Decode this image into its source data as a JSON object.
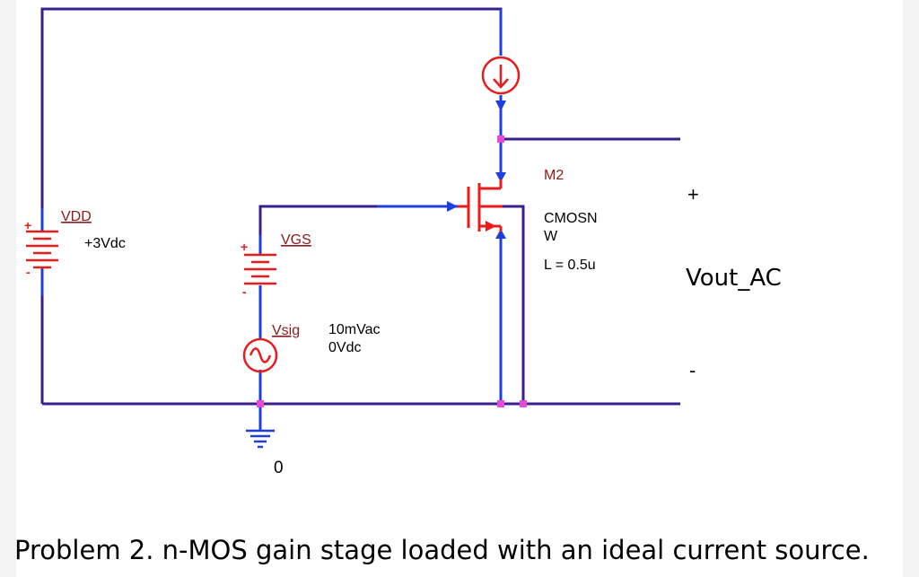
{
  "labels": {
    "vdd_name": "VDD",
    "vdd_value": "+3Vdc",
    "vgs_name": "VGS",
    "vsig_name": "Vsig",
    "vsig_ac": "10mVac",
    "vsig_dc": "0Vdc",
    "ground_label": "0",
    "mos_name": "M2",
    "mos_model": "CMOSN",
    "mos_w": "W",
    "mos_l": "L = 0.5u",
    "out_plus": "+",
    "out_name": "Vout_AC",
    "out_minus": "-"
  },
  "caption": "Problem 2. n-MOS gain stage loaded with an ideal current source.",
  "colors": {
    "wire": "#3a1f8c",
    "pin": "#1f3fdd",
    "component": "#e81c1c",
    "node": "#e64ad6",
    "label_dark_red": "#8b1a1a"
  }
}
